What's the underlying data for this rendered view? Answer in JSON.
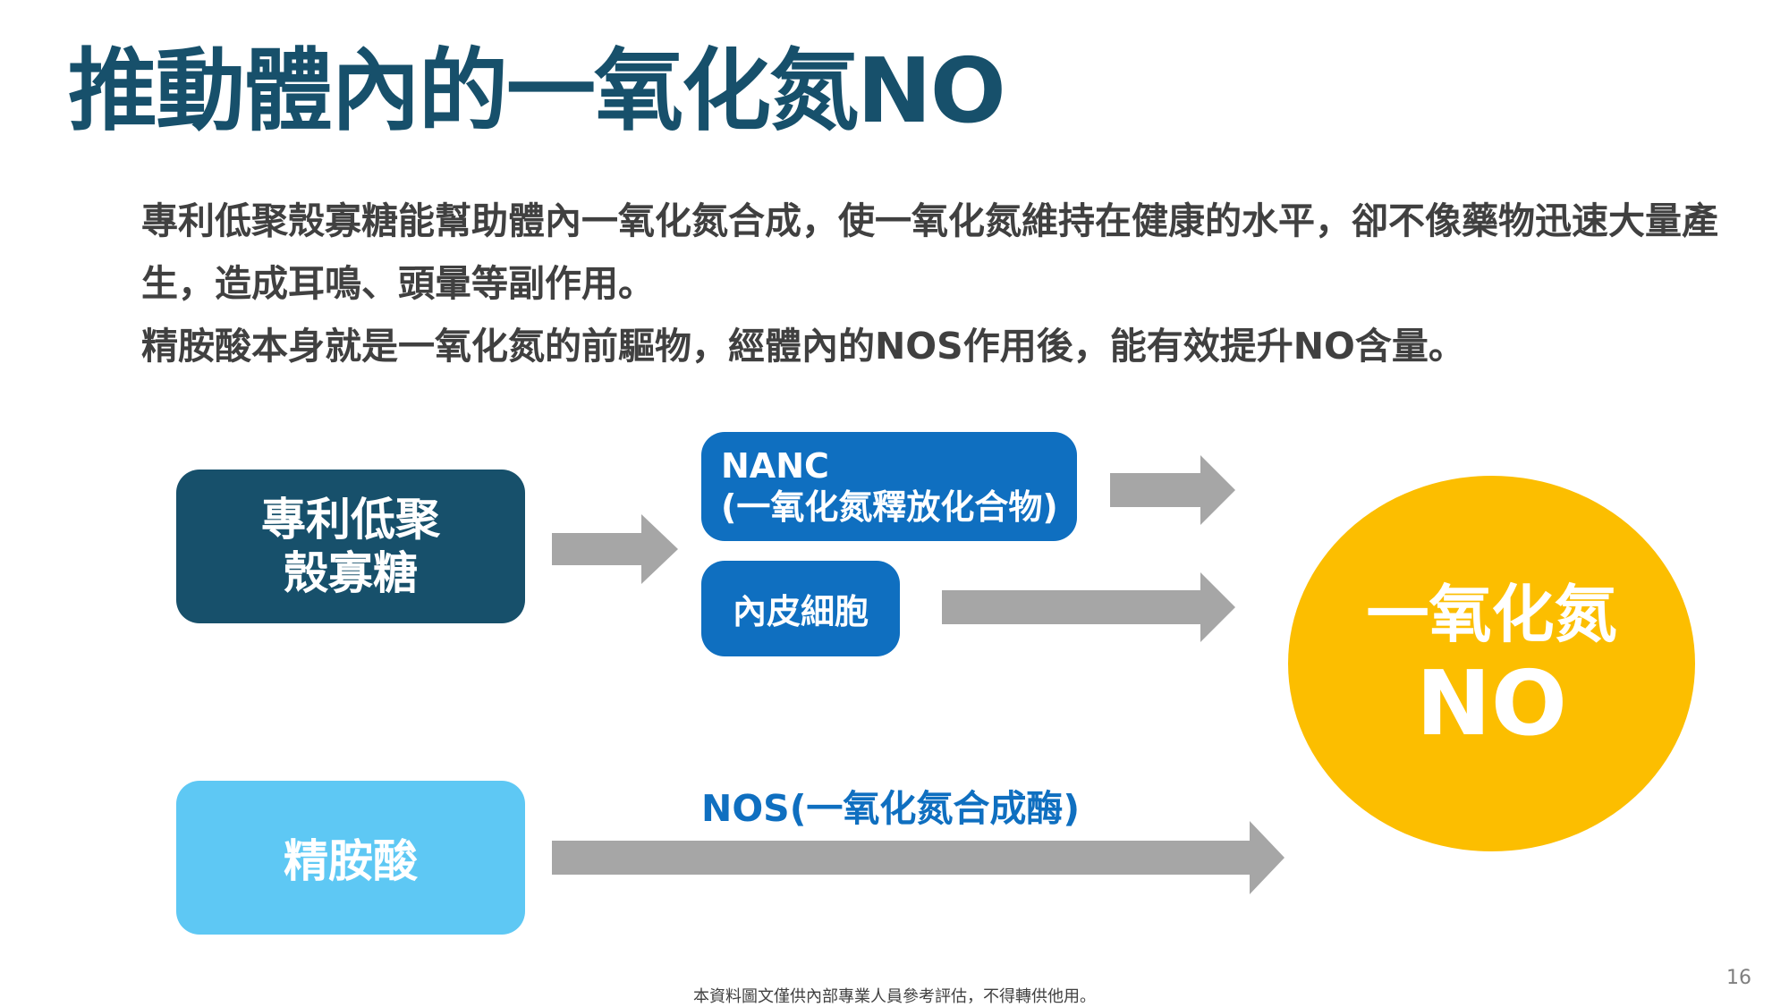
{
  "slide": {
    "title": "推動體內的一氧化氮NO",
    "intro": {
      "line1": "專利低聚殼寡糖能幫助體內一氧化氮合成，使一氧化氮維持在健康的水平，卻不像藥物迅速大量產生，造成耳鳴、頭暈等副作用。",
      "line2": "精胺酸本身就是一氧化氮的前驅物，經體內的NOS作用後，能有效提升NO含量。"
    },
    "page_number": "16",
    "footer": "本資料圖文僅供內部專業人員參考評估，不得轉供他用。"
  },
  "diagram": {
    "source1": {
      "line1": "專利低聚",
      "line2": "殼寡糖"
    },
    "nanc": {
      "line1": "NANC",
      "line2": "(一氧化氮釋放化合物)"
    },
    "endothelial": "內皮細胞",
    "source2": "精胺酸",
    "nos_label": "NOS(一氧化氮合成酶)",
    "target": {
      "line1": "一氧化氮",
      "line2": "NO"
    },
    "colors": {
      "title": "#17506b",
      "source1": "#17506b",
      "nanc": "#0f6fc0",
      "endothelial": "#0f6fc0",
      "source2": "#5ec8f4",
      "target": "#fcbe00",
      "arrow": "#a6a6a6"
    }
  }
}
